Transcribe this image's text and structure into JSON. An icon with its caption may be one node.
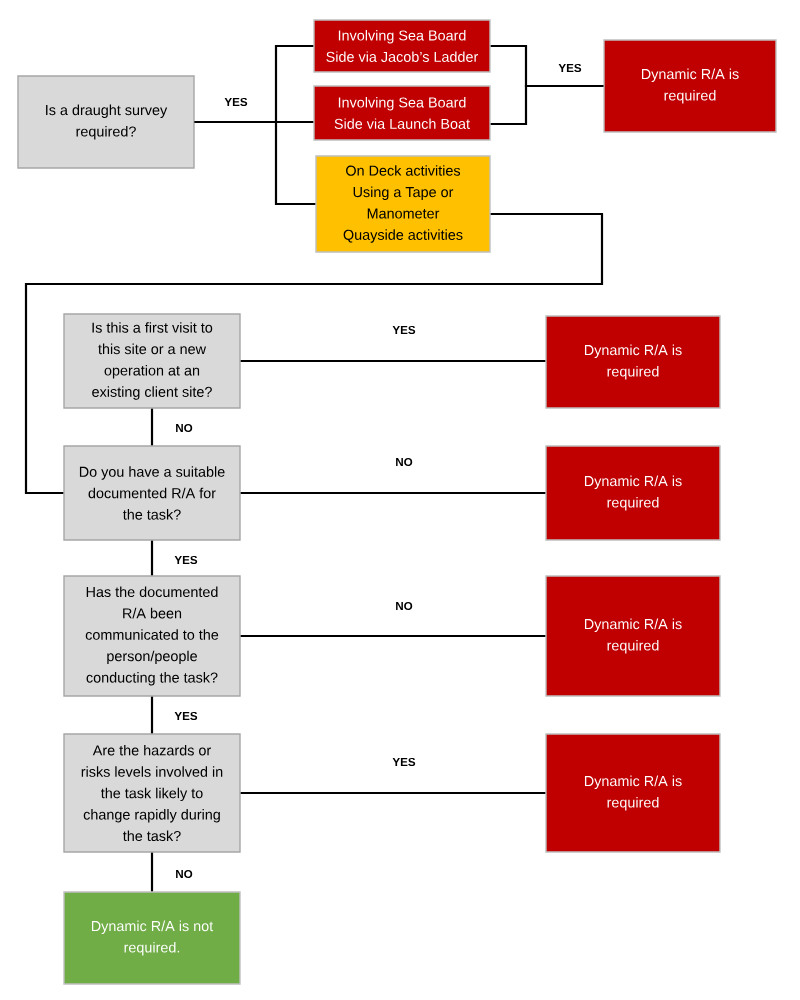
{
  "diagram": {
    "nodes": [
      {
        "text": [
          "Is a draught survey required?"
        ]
      },
      {
        "text": [
          "Involving Sea Board Side via Jacob’s Ladder"
        ]
      },
      {
        "text": [
          "Involving Sea Board Side via Launch Boat"
        ]
      },
      {
        "text": [
          "Dynamic R/A is required"
        ]
      },
      {
        "text": [
          "On Deck activities",
          "Using a Tape or Manometer",
          "Quayside activities"
        ]
      },
      {
        "text": [
          "Is this a first visit to this site or a new operation at an existing client site?"
        ]
      },
      {
        "text": [
          "Dynamic R/A is required"
        ]
      },
      {
        "text": [
          "Do you have a suitable documented R/A for the task?"
        ]
      },
      {
        "text": [
          "Dynamic R/A is required"
        ]
      },
      {
        "text": [
          "Has the documented R/A been communicated to the person/people conducting the task?"
        ]
      },
      {
        "text": [
          "Dynamic R/A is required"
        ]
      },
      {
        "text": [
          "Are the hazards or risks levels involved in the task likely to change rapidly during the task?"
        ]
      },
      {
        "text": [
          "Dynamic R/A is required"
        ]
      },
      {
        "text": [
          "Dynamic R/A is not required."
        ]
      }
    ],
    "edges": [
      {
        "from": 0,
        "to": 1,
        "arrow": "none"
      },
      {
        "from": 0,
        "to": 2,
        "arrow": "none",
        "label": "YES"
      },
      {
        "from": 0,
        "to": 4,
        "arrow": "none"
      },
      {
        "from": 1,
        "to": 3,
        "arrow": "none",
        "label": "YES"
      },
      {
        "from": 2,
        "to": 3,
        "arrow": "none"
      },
      {
        "from": 4,
        "to": 7,
        "arrow": "none"
      },
      {
        "from": 5,
        "to": 6,
        "arrow": "none",
        "label": "YES"
      },
      {
        "from": 5,
        "to": 7,
        "arrow": "none",
        "label": "NO"
      },
      {
        "from": 7,
        "to": 8,
        "arrow": "none",
        "label": "NO"
      },
      {
        "from": 7,
        "to": 9,
        "arrow": "none",
        "label": "YES"
      },
      {
        "from": 9,
        "to": 10,
        "arrow": "none",
        "label": "NO"
      },
      {
        "from": 9,
        "to": 11,
        "arrow": "none",
        "label": "YES"
      },
      {
        "from": 11,
        "to": 12,
        "arrow": "none",
        "label": "YES"
      },
      {
        "from": 11,
        "to": 13,
        "arrow": "none",
        "label": "NO"
      }
    ]
  }
}
